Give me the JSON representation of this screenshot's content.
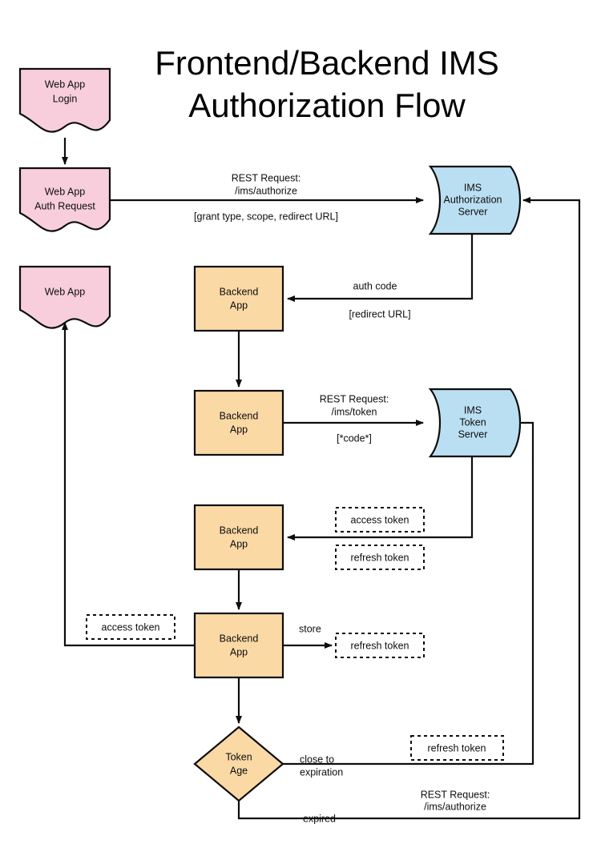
{
  "title": {
    "line1": "Frontend/Backend IMS",
    "line2": "Authorization Flow"
  },
  "colors": {
    "pink": "#f8cedc",
    "orange": "#fbd9a5",
    "blue": "#bbdff2",
    "stroke": "#0d0d0d",
    "background": "#ffffff"
  },
  "nodes": {
    "web_app_login": {
      "line1": "Web App",
      "line2": "Login",
      "shape": "document",
      "color": "#f8cedc"
    },
    "web_app_auth_request": {
      "line1": "Web App",
      "line2": "Auth Request",
      "shape": "document",
      "color": "#f8cedc"
    },
    "web_app": {
      "line1": "Web App",
      "line2": "",
      "shape": "document",
      "color": "#f8cedc"
    },
    "ims_authorization_server": {
      "line1": "IMS",
      "line2": "Authorization",
      "line3": "Server",
      "shape": "cylinder",
      "color": "#bbdff2"
    },
    "ims_token_server": {
      "line1": "IMS",
      "line2": "Token",
      "line3": "Server",
      "shape": "cylinder",
      "color": "#bbdff2"
    },
    "backend_app_1": {
      "line1": "Backend",
      "line2": "App",
      "shape": "rect",
      "color": "#fbd9a5"
    },
    "backend_app_2": {
      "line1": "Backend",
      "line2": "App",
      "shape": "rect",
      "color": "#fbd9a5"
    },
    "backend_app_3": {
      "line1": "Backend",
      "line2": "App",
      "shape": "rect",
      "color": "#fbd9a5"
    },
    "backend_app_4": {
      "line1": "Backend",
      "line2": "App",
      "shape": "rect",
      "color": "#fbd9a5"
    },
    "token_age": {
      "line1": "Token",
      "line2": "Age",
      "shape": "diamond",
      "color": "#fbd9a5"
    }
  },
  "notes": {
    "access_token_from_token_server": "access token",
    "refresh_token_from_token_server": "refresh token",
    "access_token_to_web_app": "access token",
    "refresh_token_store": "refresh token",
    "refresh_token_reauth": "refresh token"
  },
  "edges": {
    "auth_request_rest_line1": "REST Request:",
    "auth_request_rest_line2": "/ims/authorize",
    "auth_request_params": "[grant type, scope, redirect URL]",
    "auth_code": "auth code",
    "redirect_url": "[redirect URL]",
    "token_rest_line1": "REST Request:",
    "token_rest_line2": "/ims/token",
    "token_code": "[*code*]",
    "store": "store",
    "close_to_expiration_line1": "close to",
    "close_to_expiration_line2": "expiration",
    "expired": "expired",
    "reauth_rest_line1": "REST Request:",
    "reauth_rest_line2": "/ims/authorize"
  }
}
